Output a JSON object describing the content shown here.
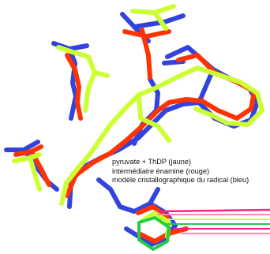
{
  "legend": {
    "items": [
      {
        "label": "pyruvate + ThDP (jaune)",
        "color": "#ccff33"
      },
      {
        "label": "intermédiaire énamine (rouge)",
        "color": "#ff3300"
      },
      {
        "label": "modèle cristallographique du radical (bleu)",
        "color": "#3344dd"
      }
    ]
  },
  "colors": {
    "yellow": "#ccff33",
    "red": "#ff3300",
    "blue": "#3344dd",
    "green": "#22cc44",
    "magenta": "#ff2288",
    "pink": "#ff88bb"
  }
}
